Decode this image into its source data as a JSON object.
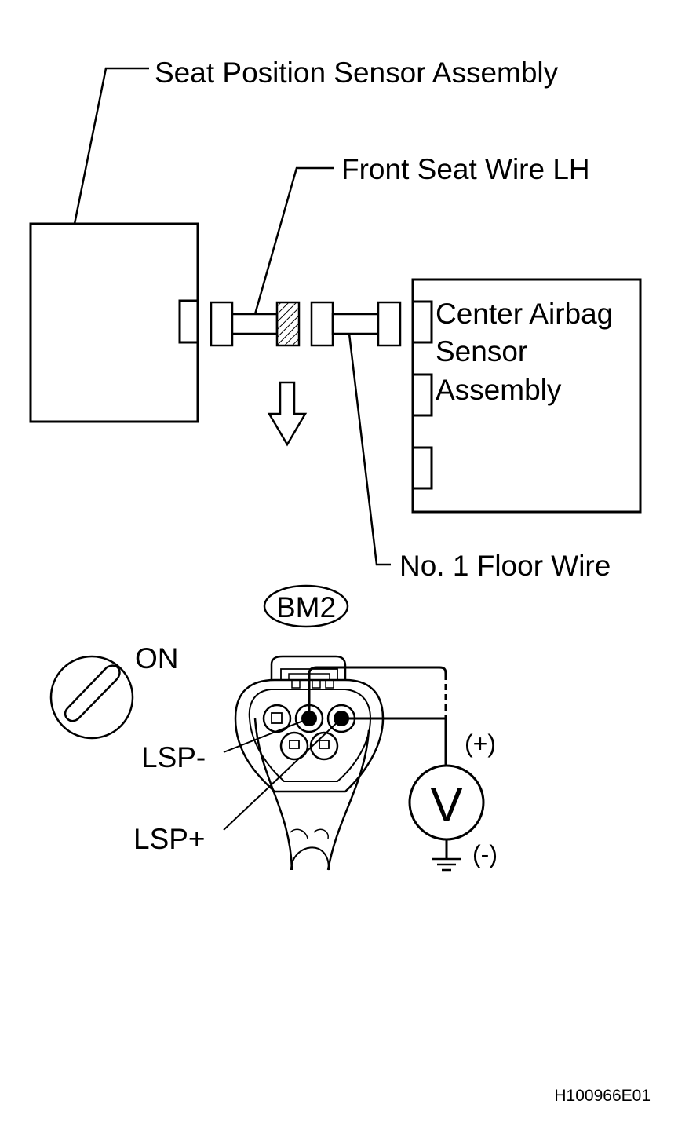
{
  "labels": {
    "seat_sensor": "Seat Position Sensor Assembly",
    "front_seat_wire": "Front Seat Wire LH",
    "center_airbag_line1": "Center Airbag",
    "center_airbag_line2": "Sensor",
    "center_airbag_line3": "Assembly",
    "floor_wire": "No. 1 Floor Wire",
    "connector_code": "BM2",
    "ignition_state": "ON",
    "terminal_negative": "LSP-",
    "terminal_positive": "LSP+",
    "meter_plus": "(+)",
    "meter_minus": "(-)",
    "meter_symbol": "V",
    "figure_id": "H100966E01"
  },
  "icons": {
    "ignition": "ignition-switch-icon",
    "voltmeter": "voltmeter-icon",
    "ground": "ground-icon",
    "arrow": "down-arrow-icon"
  }
}
